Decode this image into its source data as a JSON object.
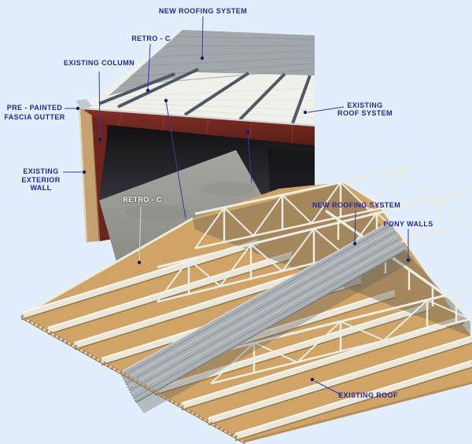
{
  "diagram": {
    "subject": "Metal building roof retrofit system",
    "labels": [
      {
        "id": "new-roofing-top",
        "text": "NEW ROOFING SYSTEM"
      },
      {
        "id": "retro-c-top",
        "text": "RETRO - C"
      },
      {
        "id": "existing-column",
        "text": "EXISTING COLUMN"
      },
      {
        "id": "fascia-gutter",
        "lines": [
          "PRE - PAINTED",
          "FASCIA GUTTER"
        ]
      },
      {
        "id": "existing-roof-system",
        "lines": [
          "EXISTING",
          "ROOF SYSTEM"
        ]
      },
      {
        "id": "existing-exterior-wall",
        "lines": [
          "EXISTING",
          "EXTERIOR",
          "WALL"
        ]
      },
      {
        "id": "retro-c-mid",
        "text": "RETRO - C"
      },
      {
        "id": "new-roofing-mid",
        "text": "NEW ROOFING SYSTEM"
      },
      {
        "id": "pony-walls",
        "text": "PONY WALLS"
      },
      {
        "id": "existing-roof",
        "text": "EXISTING ROOF"
      }
    ]
  },
  "colors": {
    "background": "#e2eefb",
    "label_text": "#28289a",
    "leader": "#3838a8",
    "leader_light": "#d4d4d4",
    "dot": "#191975",
    "roof_white": "#f1f1eb",
    "new_roof_gray": "#a2a7ab",
    "channel_dark": "#4f5965",
    "fascia_red": "#7b2a23",
    "column_tan": "#c5a172",
    "interior_dark": "#1a1a1f",
    "floor_concrete": "#9e9e99",
    "deck_tan": "#cfa466",
    "strip_cream": "#eae6d8",
    "truss_white": "#ecede4",
    "sheet_gray": "#abb0b5"
  }
}
